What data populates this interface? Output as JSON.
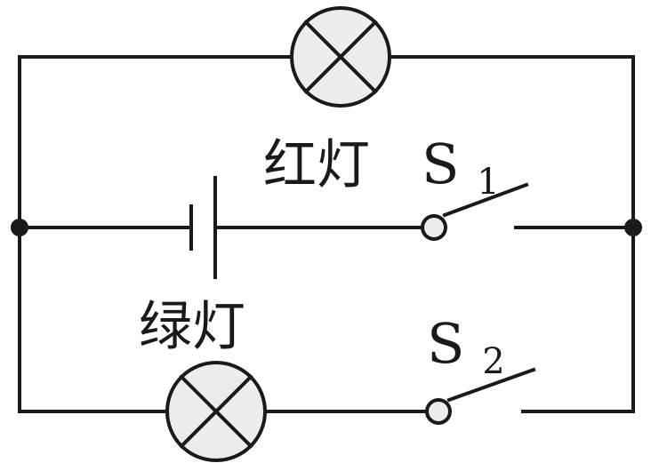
{
  "labels": {
    "red_lamp": "红灯",
    "green_lamp": "绿灯",
    "switch1_letter": "S",
    "switch1_sub": "1",
    "switch2_letter": "S",
    "switch2_sub": "2"
  },
  "colors": {
    "wire": "#1a1a1a",
    "lamp_fill": "#ececec",
    "terminal_fill": "#ececec"
  },
  "icons": {
    "lamp": "lamp-icon",
    "battery": "battery-icon",
    "switch": "switch-icon",
    "junction": "junction-dot"
  }
}
